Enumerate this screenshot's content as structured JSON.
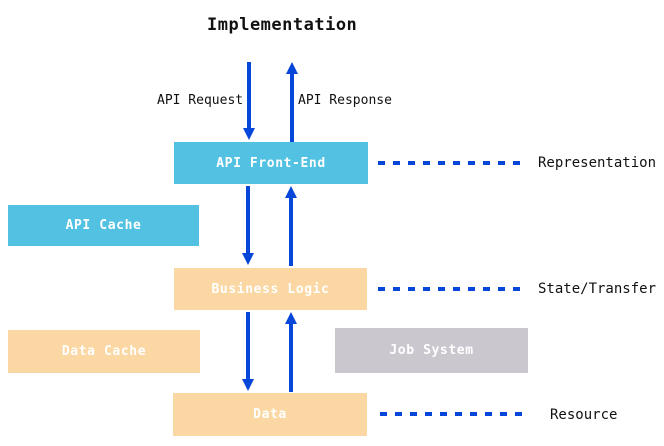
{
  "diagram": {
    "title": "Implementation",
    "arrow_labels": {
      "request": "API Request",
      "response": "API Response"
    },
    "boxes": {
      "api_front_end": {
        "label": "API Front-End",
        "color": "#53c1e1"
      },
      "api_cache": {
        "label": "API Cache",
        "color": "#53c1e1"
      },
      "business_logic": {
        "label": "Business Logic",
        "color": "#fbd8a3"
      },
      "data_cache": {
        "label": "Data Cache",
        "color": "#fbd8a3"
      },
      "job_system": {
        "label": "Job System",
        "color": "#cac7ce"
      },
      "data": {
        "label": "Data",
        "color": "#fbd8a3"
      }
    },
    "layer_labels": {
      "representation": "Representation",
      "state_transfer": "State/Transfer",
      "resource": "Resource"
    },
    "colors": {
      "arrow_blue": "#0646d8",
      "box_blue": "#53c1e1",
      "box_orange": "#fbd8a3",
      "box_gray": "#cac7ce",
      "box_text": "#ffffff",
      "text": "#111111"
    }
  }
}
